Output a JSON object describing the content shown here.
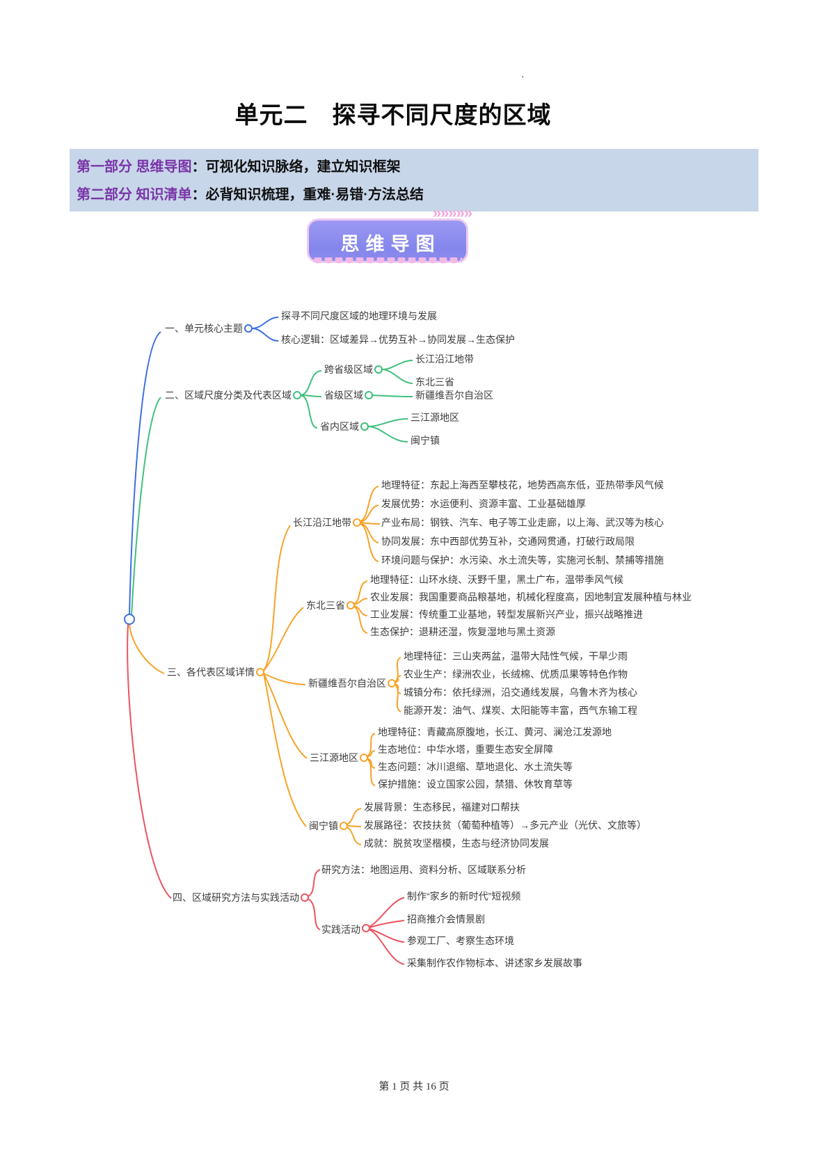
{
  "page": {
    "title": "单元二　探寻不同尺度的区域",
    "stray_mark": "'",
    "footer": "第 1 页 共 16 页"
  },
  "header_box": {
    "rows": [
      {
        "label": "第一部分 思维导图",
        "text": "：可视化知识脉络，建立知识框架"
      },
      {
        "label": "第二部分 知识清单",
        "text": "：必背知识梳理，重难·易错·方法总结"
      }
    ]
  },
  "badge": {
    "label": "思维导图",
    "chevrons": "»»»»»"
  },
  "colors": {
    "blue": "#3d6fe0",
    "green": "#3fc07c",
    "orange": "#f7a329",
    "red": "#ea5360",
    "header_bg": "#c7d6e9",
    "purple": "#7a35a8",
    "badge_bg": "#8486ec"
  },
  "mindmap": {
    "b1": {
      "label": "一、单元核心主题",
      "children": [
        "探寻不同尺度区域的地理环境与发展",
        "核心逻辑：区域差异→优势互补→协同发展→生态保护"
      ]
    },
    "b2": {
      "label": "二、区域尺度分类及代表区域",
      "groups": [
        {
          "label": "跨省级区域",
          "children": [
            "长江沿江地带",
            "东北三省"
          ]
        },
        {
          "label": "省级区域",
          "children": [
            "新疆维吾尔自治区"
          ]
        },
        {
          "label": "省内区域",
          "children": [
            "三江源地区",
            "闽宁镇"
          ]
        }
      ]
    },
    "b3": {
      "label": "三、各代表区域详情",
      "regions": [
        {
          "label": "长江沿江地带",
          "children": [
            "地理特征：东起上海西至攀枝花，地势西高东低，亚热带季风气候",
            "发展优势：水运便利、资源丰富、工业基础雄厚",
            "产业布局：钢铁、汽车、电子等工业走廊，以上海、武汉等为核心",
            "协同发展：东中西部优势互补，交通网贯通，打破行政局限",
            "环境问题与保护：水污染、水土流失等，实施河长制、禁捕等措施"
          ]
        },
        {
          "label": "东北三省",
          "children": [
            "地理特征：山环水绕、沃野千里，黑土广布，温带季风气候",
            "农业发展：我国重要商品粮基地，机械化程度高，因地制宜发展种植与林业",
            "工业发展：传统重工业基地，转型发展新兴产业，振兴战略推进",
            "生态保护：退耕还湿，恢复湿地与黑土资源"
          ]
        },
        {
          "label": "新疆维吾尔自治区",
          "children": [
            "地理特征：三山夹两盆，温带大陆性气候，干旱少雨",
            "农业生产：绿洲农业，长绒棉、优质瓜果等特色作物",
            "城镇分布：依托绿洲，沿交通线发展，乌鲁木齐为核心",
            "能源开发：油气、煤炭、太阳能等丰富，西气东输工程"
          ]
        },
        {
          "label": "三江源地区",
          "children": [
            "地理特征：青藏高原腹地，长江、黄河、澜沧江发源地",
            "生态地位：中华水塔，重要生态安全屏障",
            "生态问题：冰川退缩、草地退化、水土流失等",
            "保护措施：设立国家公园，禁猎、休牧育草等"
          ]
        },
        {
          "label": "闽宁镇",
          "children": [
            "发展背景：生态移民，福建对口帮扶",
            "发展路径：农技扶贫（葡萄种植等）→多元产业（光伏、文旅等）",
            "成就：脱贫攻坚楷模，生态与经济协同发展"
          ]
        }
      ]
    },
    "b4": {
      "label": "四、区域研究方法与实践活动",
      "method": "研究方法：地图运用、资料分析、区域联系分析",
      "practice": {
        "label": "实践活动",
        "children": [
          "制作“家乡的新时代”短视频",
          "招商推介会情景剧",
          "参观工厂、考察生态环境",
          "采集制作农作物标本、讲述家乡发展故事"
        ]
      }
    }
  }
}
